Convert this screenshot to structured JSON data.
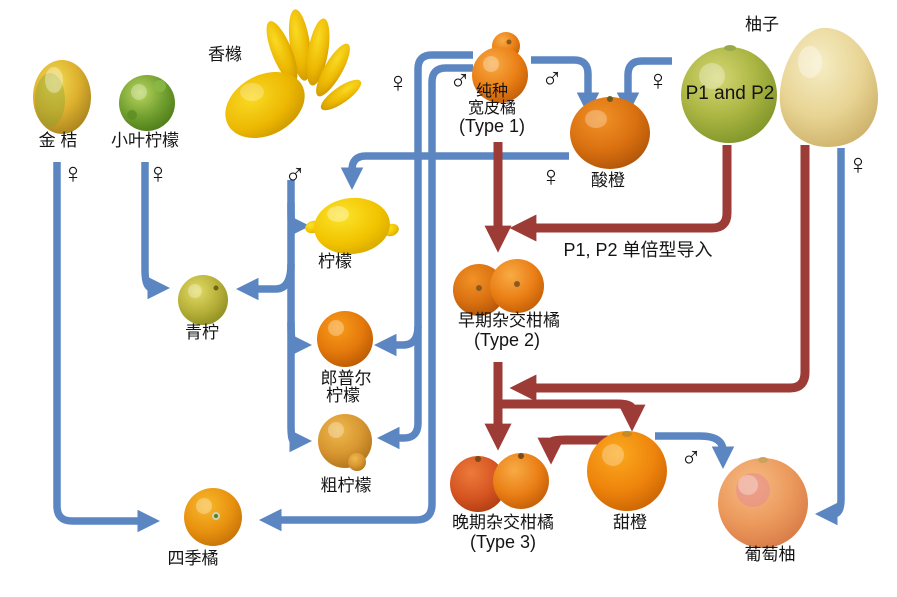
{
  "diagram": {
    "colors": {
      "maternal_blue": "#5b86c2",
      "introgression_red": "#9d3b36",
      "text": "#141414"
    },
    "symbols": {
      "female": "♀",
      "male": "♂"
    },
    "fruits": {
      "kumquat": {
        "label": "金  桔"
      },
      "micrantha": {
        "label": "小叶柠檬"
      },
      "citron": {
        "label": "香橼"
      },
      "pure_mandarin": {
        "label1": "纯种",
        "label2": "宽皮橘",
        "type": "(Type 1)"
      },
      "pomelo": {
        "label": "柚子",
        "overlay": "P1 and P2"
      },
      "sour_orange": {
        "label": "酸橙"
      },
      "lemon": {
        "label": "柠檬"
      },
      "lime": {
        "label": "青柠"
      },
      "rangpur_lime": {
        "label1": "郎普尔",
        "label2": "柠檬"
      },
      "rough_lemon": {
        "label": "粗柠檬"
      },
      "early_hybrid": {
        "label": "早期杂交柑橘",
        "type": "(Type 2)"
      },
      "late_hybrid": {
        "label": "晚期杂交柑橘",
        "type": "(Type 3)"
      },
      "sweet_orange": {
        "label": "甜橙"
      },
      "grapefruit": {
        "label": "葡萄柚"
      },
      "calamondin": {
        "label": "四季橘"
      }
    },
    "annotations": {
      "introgression": "P1, P2 单倍型导入"
    },
    "edges": [
      {
        "from": "kumquat",
        "to": "calamondin",
        "parent_role": "female",
        "style": "blue"
      },
      {
        "from": "micrantha",
        "to": "lime",
        "parent_role": "female",
        "style": "blue"
      },
      {
        "from": "citron",
        "to": "lemon",
        "parent_role": "male",
        "style": "blue"
      },
      {
        "from": "citron",
        "to": "lime",
        "parent_role": "male",
        "style": "blue"
      },
      {
        "from": "citron",
        "to": "rangpur_lime",
        "parent_role": "male",
        "style": "blue"
      },
      {
        "from": "citron",
        "to": "rough_lemon",
        "parent_role": "male",
        "style": "blue"
      },
      {
        "from": "pure_mandarin",
        "to": "rangpur_lime",
        "parent_role": "female",
        "style": "blue"
      },
      {
        "from": "pure_mandarin",
        "to": "rough_lemon",
        "parent_role": "female",
        "style": "blue"
      },
      {
        "from": "pure_mandarin",
        "to": "calamondin",
        "parent_role": "male",
        "style": "blue"
      },
      {
        "from": "pure_mandarin",
        "to": "sour_orange",
        "parent_role": "male",
        "style": "blue"
      },
      {
        "from": "pomelo",
        "to": "sour_orange",
        "parent_role": "female",
        "style": "blue"
      },
      {
        "from": "sour_orange",
        "to": "lemon",
        "parent_role": "female",
        "style": "blue"
      },
      {
        "from": "pomelo",
        "to": "grapefruit",
        "parent_role": "female",
        "style": "blue"
      },
      {
        "from": "sweet_orange",
        "to": "grapefruit",
        "parent_role": "male",
        "style": "blue"
      },
      {
        "from": "pure_mandarin",
        "to": "early_hybrid",
        "style": "red"
      },
      {
        "from": "pomelo_P1",
        "to": "early_hybrid",
        "style": "red"
      },
      {
        "from": "early_hybrid",
        "to": "late_hybrid",
        "style": "red"
      },
      {
        "from": "early_hybrid",
        "to": "sweet_orange",
        "style": "red"
      },
      {
        "from": "pomelo_P2",
        "to": "late_hybrid",
        "style": "red"
      },
      {
        "from": "sweet_orange",
        "to": "late_hybrid",
        "style": "red"
      }
    ]
  }
}
